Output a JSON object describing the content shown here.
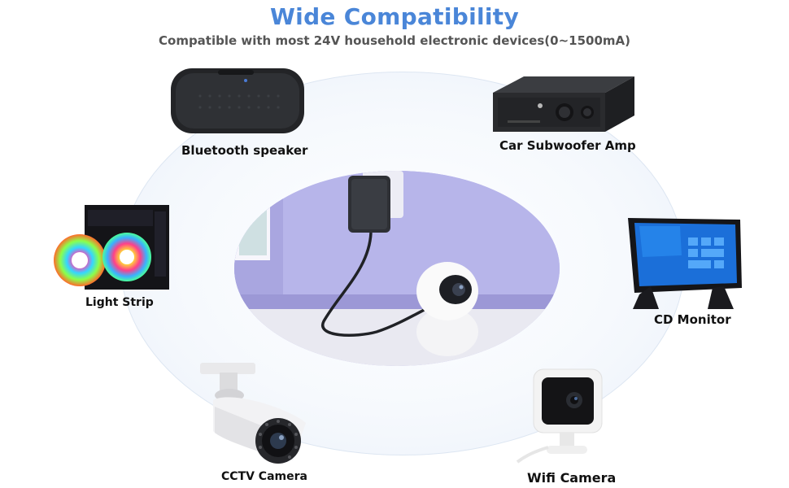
{
  "header": {
    "title": "Wide Compatibility",
    "subtitle": "Compatible with most 24V household electronic devices(0~1500mA)"
  },
  "devices": [
    {
      "label": "Bluetooth speaker",
      "icon": "bluetooth-speaker-icon"
    },
    {
      "label": "Car Subwoofer Amp",
      "icon": "subwoofer-amp-icon"
    },
    {
      "label": "Light Strip",
      "icon": "light-strip-icon"
    },
    {
      "label": "CD Monitor",
      "icon": "monitor-icon"
    },
    {
      "label": "CCTV Camera",
      "icon": "cctv-camera-icon"
    },
    {
      "label": "Wifi Camera",
      "icon": "wifi-camera-icon"
    }
  ],
  "center": {
    "icon": "power-adapter-with-camera-icon"
  },
  "colors": {
    "title": "#4a86d8",
    "subtitle": "#555555",
    "label": "#111111",
    "scene_wall": "#b9b7ec"
  }
}
